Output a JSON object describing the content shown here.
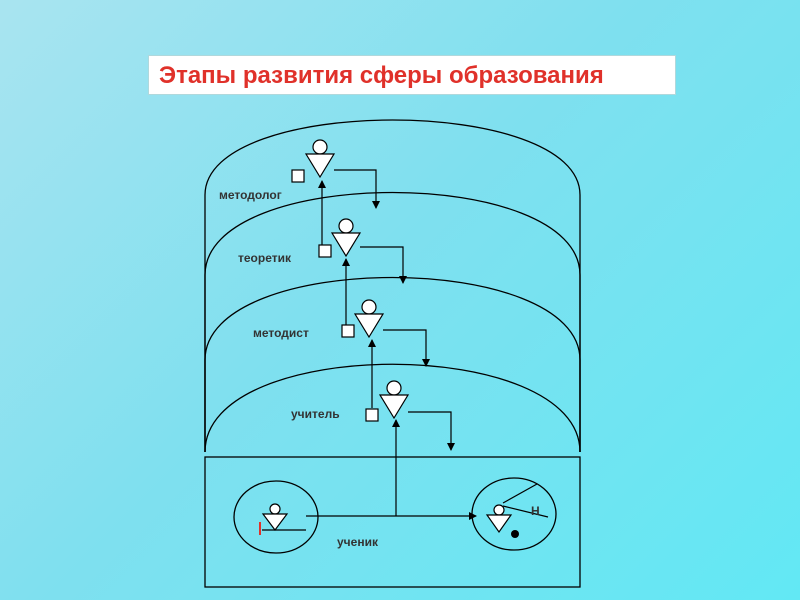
{
  "title": "Этапы развития сферы образования",
  "levels": [
    {
      "label": "методолог"
    },
    {
      "label": "теоретик"
    },
    {
      "label": "методист"
    },
    {
      "label": "учитель"
    }
  ],
  "student": {
    "label": "ученик",
    "knowledge_marker": "Н"
  },
  "colors": {
    "line": "#000000",
    "title": "#e0312a",
    "start_mark": "#e0312a"
  }
}
